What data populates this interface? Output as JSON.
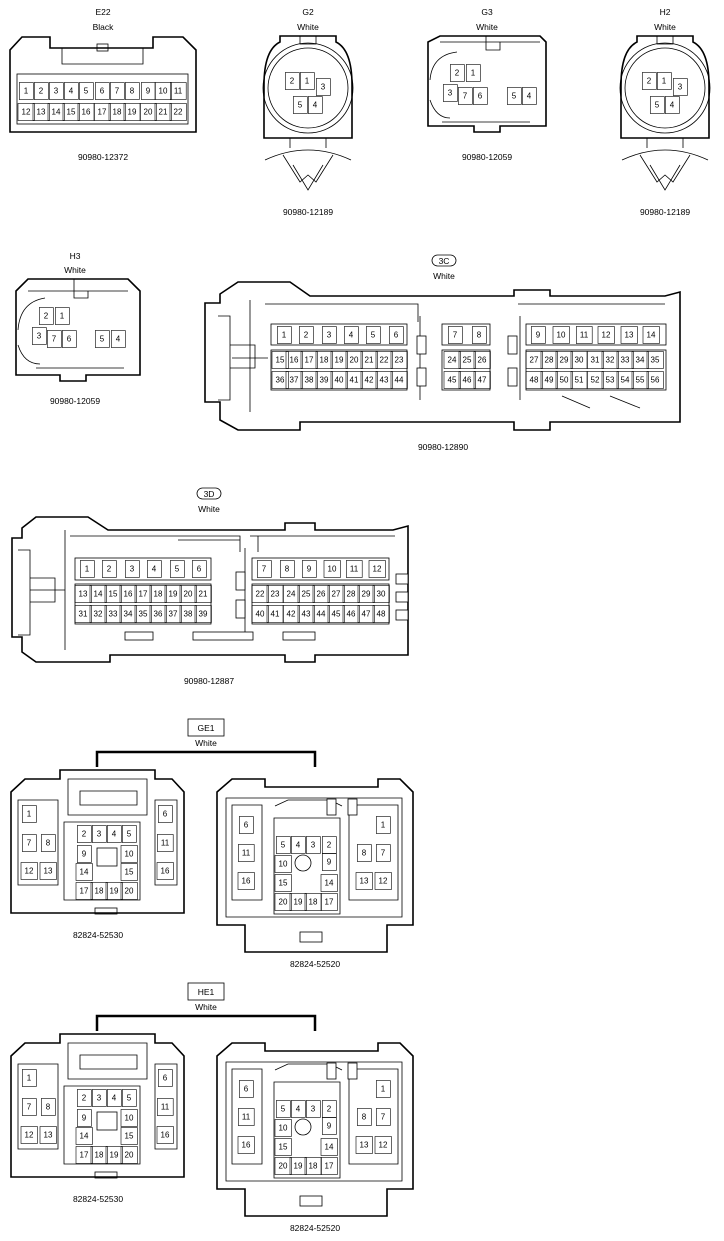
{
  "connectors": [
    {
      "code": "E22",
      "color": "Black",
      "part": "90980-12372",
      "pins": [
        "1",
        "2",
        "3",
        "4",
        "5",
        "6",
        "7",
        "8",
        "9",
        "10",
        "11",
        "12",
        "13",
        "14",
        "15",
        "16",
        "17",
        "18",
        "19",
        "20",
        "21",
        "22"
      ]
    },
    {
      "code": "G2",
      "color": "White",
      "part": "90980-12189",
      "pins": [
        "2",
        "1",
        "3",
        "5",
        "4"
      ]
    },
    {
      "code": "G3",
      "color": "White",
      "part": "90980-12059",
      "pins": [
        "2",
        "1",
        "3",
        "7",
        "6",
        "5",
        "4"
      ]
    },
    {
      "code": "H2",
      "color": "White",
      "part": "90980-12189",
      "pins": [
        "2",
        "1",
        "3",
        "5",
        "4"
      ]
    },
    {
      "code": "H3",
      "color": "White",
      "part": "90980-12059",
      "pins": [
        "2",
        "1",
        "3",
        "7",
        "6",
        "5",
        "4"
      ]
    },
    {
      "code": "3C",
      "color": "White",
      "part": "90980-12890",
      "pins": [
        "1",
        "2",
        "3",
        "4",
        "5",
        "6",
        "7",
        "8",
        "9",
        "10",
        "11",
        "12",
        "13",
        "14",
        "15",
        "16",
        "17",
        "18",
        "19",
        "20",
        "21",
        "22",
        "23",
        "24",
        "25",
        "26",
        "27",
        "28",
        "29",
        "30",
        "31",
        "32",
        "33",
        "34",
        "35",
        "36",
        "37",
        "38",
        "39",
        "40",
        "41",
        "42",
        "43",
        "44",
        "45",
        "46",
        "47",
        "48",
        "49",
        "50",
        "51",
        "52",
        "53",
        "54",
        "55",
        "56"
      ]
    },
    {
      "code": "3D",
      "color": "White",
      "part": "90980-12887",
      "pins": [
        "1",
        "2",
        "3",
        "4",
        "5",
        "6",
        "7",
        "8",
        "9",
        "10",
        "11",
        "12",
        "13",
        "14",
        "15",
        "16",
        "17",
        "18",
        "19",
        "20",
        "21",
        "22",
        "23",
        "24",
        "25",
        "26",
        "27",
        "28",
        "29",
        "30",
        "31",
        "32",
        "33",
        "34",
        "35",
        "36",
        "37",
        "38",
        "39",
        "40",
        "41",
        "42",
        "43",
        "44",
        "45",
        "46",
        "47",
        "48"
      ]
    }
  ],
  "pair_connectors": [
    {
      "code": "GE1",
      "color": "White",
      "left_part": "82824-52530",
      "right_part": "82824-52520",
      "left_pins": [
        "1",
        "7",
        "8",
        "12",
        "13",
        "2",
        "3",
        "4",
        "5",
        "9",
        "10",
        "14",
        "15",
        "17",
        "18",
        "19",
        "20",
        "6",
        "11",
        "16"
      ],
      "right_pins": [
        "6",
        "11",
        "16",
        "5",
        "4",
        "3",
        "2",
        "10",
        "9",
        "15",
        "14",
        "20",
        "19",
        "18",
        "17",
        "1",
        "8",
        "7",
        "13",
        "12"
      ]
    },
    {
      "code": "HE1",
      "color": "White",
      "left_part": "82824-52530",
      "right_part": "82824-52520",
      "left_pins": [
        "1",
        "7",
        "8",
        "12",
        "13",
        "2",
        "3",
        "4",
        "5",
        "9",
        "10",
        "14",
        "15",
        "17",
        "18",
        "19",
        "20",
        "6",
        "11",
        "16"
      ],
      "right_pins": [
        "6",
        "11",
        "16",
        "5",
        "4",
        "3",
        "2",
        "10",
        "9",
        "15",
        "14",
        "20",
        "19",
        "18",
        "17",
        "1",
        "8",
        "7",
        "13",
        "12"
      ]
    }
  ]
}
